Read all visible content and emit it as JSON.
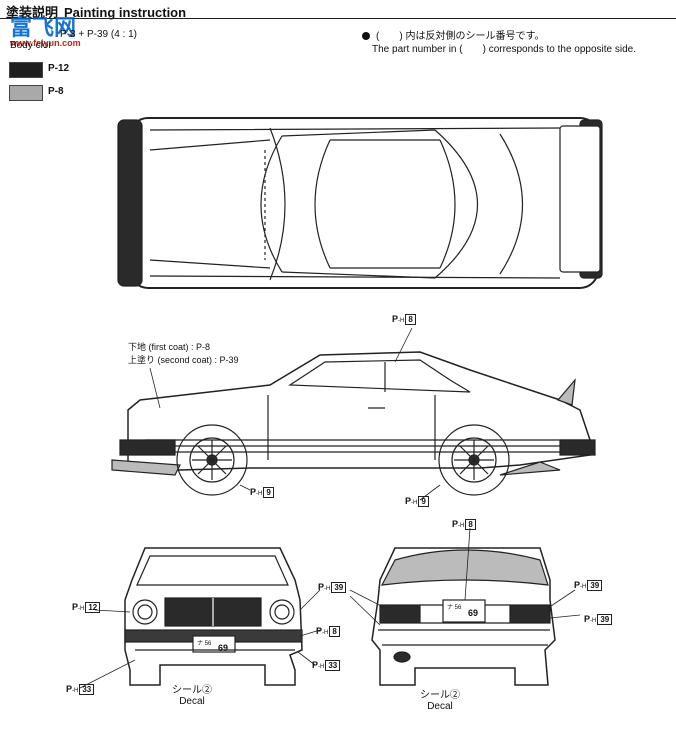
{
  "header": {
    "title_jp": "塗装説明",
    "title_en": "Painting instruction",
    "formula": "P-8 + P-39 (4 : 1)",
    "body_color_label": "Body clor"
  },
  "swatches": [
    {
      "code": "P-12",
      "color": "#1f1f1f"
    },
    {
      "code": "P-8",
      "color": "#a9a9a9"
    }
  ],
  "note": {
    "jp": "(　　) 内は反対側のシール番号です。",
    "en": "The part number in (　　) corresponds to the opposite side."
  },
  "watermark": {
    "logo": "富飞网",
    "url": "www.feiyun.com"
  },
  "side_view": {
    "first_coat": "下地 (first coat) : P-8",
    "second_coat": "上塗り (second coat) : P-39",
    "roof_code": "8",
    "front_wheel_code": "9",
    "rear_wheel_code": "9"
  },
  "front_view": {
    "headlight_code": "12",
    "bumper_code": "8",
    "lower_code": "33",
    "skirt_code": "33",
    "plate_top": "ナ 56",
    "plate_num": "69",
    "decal_jp": "シール②",
    "decal_en": "Decal"
  },
  "rear_view": {
    "roof_code": "8",
    "left_code": "39",
    "right_code": "39",
    "right_lower_code": "39",
    "plate_top": "ナ 56",
    "plate_num": "69",
    "decal_jp": "シール②",
    "decal_en": "Decal"
  },
  "prefix": "P",
  "prefix_sub": "-H"
}
